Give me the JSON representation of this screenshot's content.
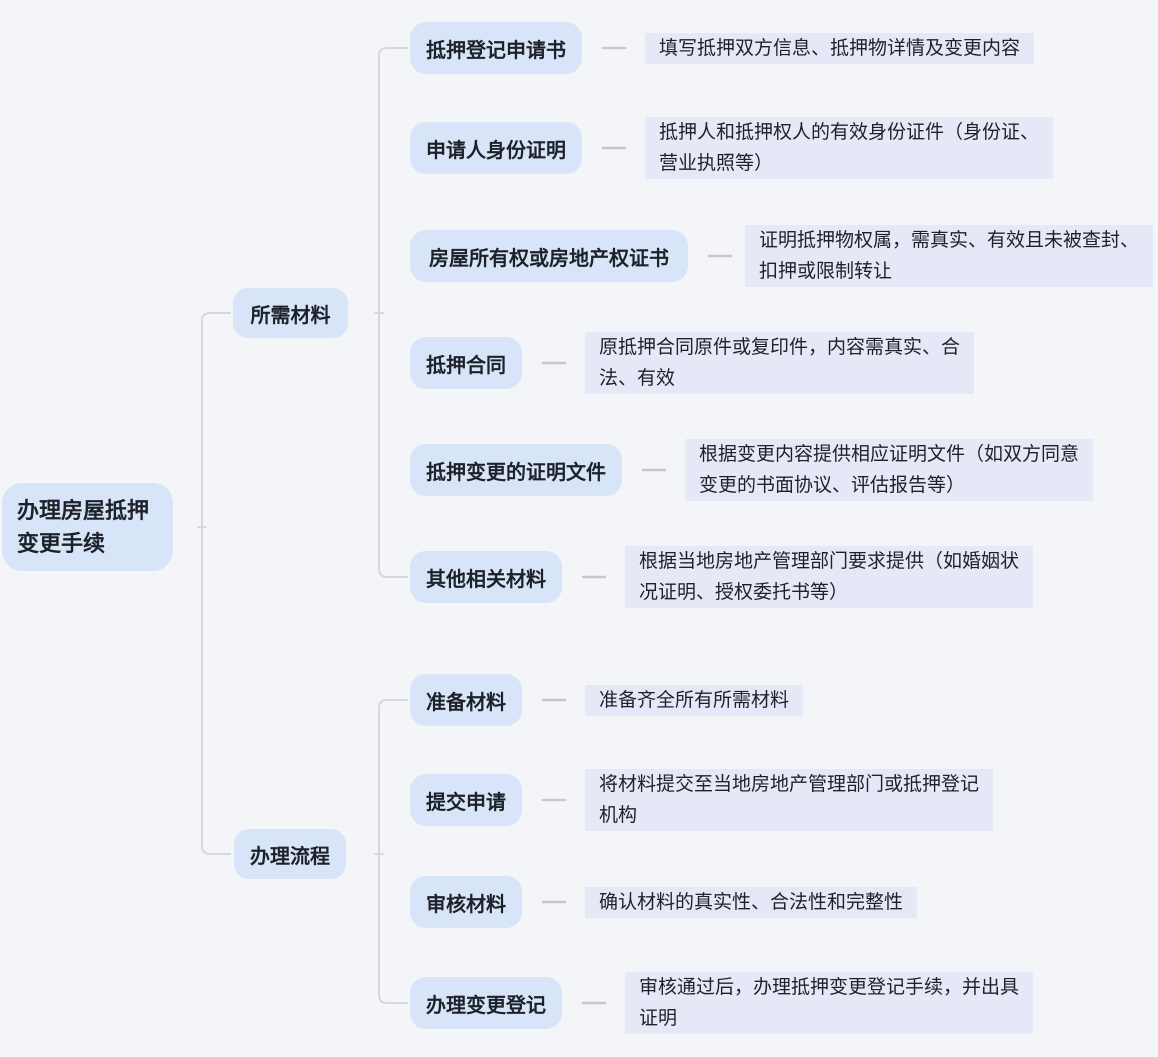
{
  "diagram": {
    "type": "mindmap",
    "colors": {
      "background": "#f3f5f8",
      "node_fill": "#d8e4f8",
      "description_fill": "#e5e9f7",
      "text": "#1d2129",
      "connector_line": "#d7d8db",
      "dash_connector": "#c7c8cd"
    }
  },
  "root": {
    "lines": [
      "办理房屋抵押",
      "变更手续"
    ]
  },
  "branches": [
    {
      "label": "所需材料",
      "children": [
        {
          "label": "抵押登记申请书",
          "desc_lines": [
            "填写抵押双方信息、抵押物详情及变更内容"
          ]
        },
        {
          "label": "申请人身份证明",
          "desc_lines": [
            "抵押人和抵押权人的有效身份证件（身份证、",
            "营业执照等）"
          ]
        },
        {
          "label": "房屋所有权或房地产权证书",
          "desc_lines": [
            "证明抵押物权属，需真实、有效且未被查封、",
            "扣押或限制转让"
          ]
        },
        {
          "label": "抵押合同",
          "desc_lines": [
            "原抵押合同原件或复印件，内容需真实、合",
            "法、有效"
          ]
        },
        {
          "label": "抵押变更的证明文件",
          "desc_lines": [
            "根据变更内容提供相应证明文件（如双方同意",
            "变更的书面协议、评估报告等）"
          ]
        },
        {
          "label": "其他相关材料",
          "desc_lines": [
            "根据当地房地产管理部门要求提供（如婚姻状",
            "况证明、授权委托书等）"
          ]
        }
      ]
    },
    {
      "label": "办理流程",
      "children": [
        {
          "label": "准备材料",
          "desc_lines": [
            "准备齐全所有所需材料"
          ]
        },
        {
          "label": "提交申请",
          "desc_lines": [
            "将材料提交至当地房地产管理部门或抵押登记",
            "机构"
          ]
        },
        {
          "label": "审核材料",
          "desc_lines": [
            "确认材料的真实性、合法性和完整性"
          ]
        },
        {
          "label": "办理变更登记",
          "desc_lines": [
            "审核通过后，办理抵押变更登记手续，并出具",
            "证明"
          ]
        }
      ]
    }
  ]
}
